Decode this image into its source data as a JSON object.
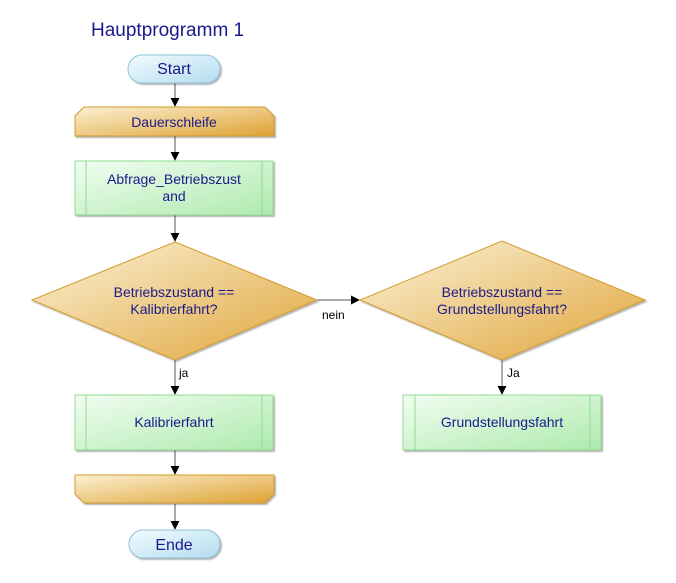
{
  "title": "Hauptprogramm 1",
  "colors": {
    "text": "#1a1a8c",
    "terminal_fill_top": "#e8f6fc",
    "terminal_fill_bottom": "#b9e1f1",
    "terminal_stroke": "#8fc3da",
    "loop_fill_top": "#faeac4",
    "loop_fill_bottom": "#e1aa3a",
    "loop_stroke": "#d29a2c",
    "process_fill_top": "#e9fbe9",
    "process_fill_bottom": "#b5eeb5",
    "process_stroke": "#8fdc8f",
    "decision_fill_top": "#faeccb",
    "decision_fill_bottom": "#e2ac40",
    "decision_stroke": "#d39b2e",
    "edge": "#555555"
  },
  "nodes": {
    "start": {
      "type": "terminal",
      "label": "Start"
    },
    "loop_start": {
      "type": "loop-start",
      "label": "Dauerschleife"
    },
    "query": {
      "type": "subroutine",
      "label_line1": "Abfrage_Betriebszust",
      "label_line2": "and"
    },
    "decision1": {
      "type": "decision",
      "label_line1": "Betriebszustand ==",
      "label_line2": "Kalibrierfahrt?"
    },
    "decision2": {
      "type": "decision",
      "label_line1": "Betriebszustand ==",
      "label_line2": "Grundstellungsfahrt?"
    },
    "calibration": {
      "type": "subroutine",
      "label": "Kalibrierfahrt"
    },
    "home_position": {
      "type": "subroutine",
      "label": "Grundstellungsfahrt"
    },
    "loop_end": {
      "type": "loop-end",
      "label": ""
    },
    "end": {
      "type": "terminal",
      "label": "Ende"
    }
  },
  "edges": {
    "start_to_loop": {
      "label": ""
    },
    "loop_to_query": {
      "label": ""
    },
    "query_to_decision1": {
      "label": ""
    },
    "decision1_no": {
      "label": "nein"
    },
    "decision1_yes": {
      "label": "ja"
    },
    "decision2_yes": {
      "label": "Ja"
    },
    "calibration_to_loop_end": {
      "label": ""
    },
    "loop_end_to_end": {
      "label": ""
    }
  }
}
